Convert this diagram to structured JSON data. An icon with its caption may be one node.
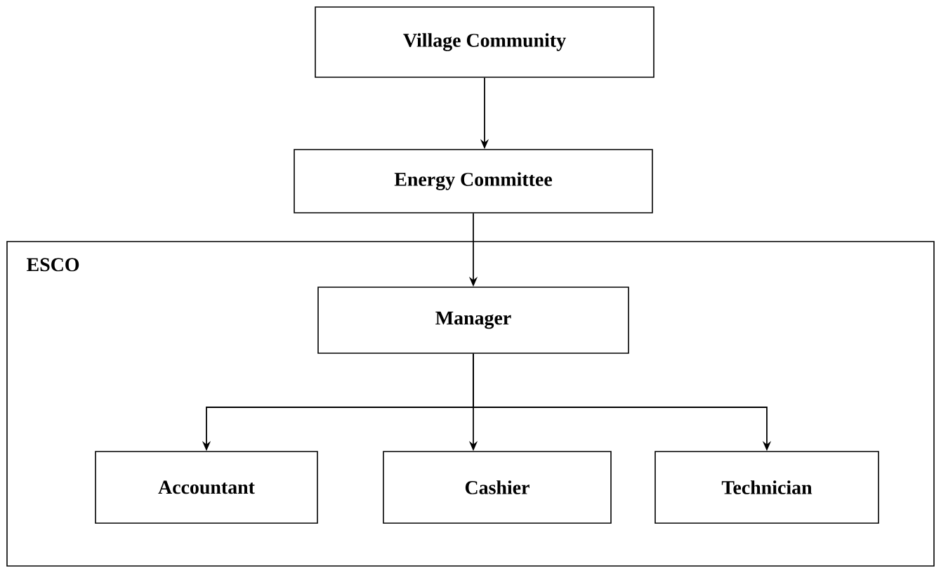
{
  "diagram": {
    "nodes": [
      {
        "text": [
          "Village Community"
        ]
      },
      {
        "text": [
          "Energy Committee"
        ]
      },
      {
        "text": [
          "ESCO"
        ]
      },
      {
        "text": [
          "Manager"
        ],
        "in": 2
      },
      {
        "text": [
          "Accountant"
        ],
        "in": 2
      },
      {
        "text": [
          "Cashier"
        ],
        "in": 2
      },
      {
        "text": [
          "Technician"
        ],
        "in": 2
      }
    ],
    "edges": [
      {
        "from": 0,
        "to": 1,
        "arrow": "to"
      },
      {
        "from": 1,
        "to": 3,
        "arrow": "to"
      },
      {
        "from": 3,
        "to": 4,
        "arrow": "to"
      },
      {
        "from": 3,
        "to": 5,
        "arrow": "to"
      },
      {
        "from": 3,
        "to": 6,
        "arrow": "to"
      }
    ]
  }
}
